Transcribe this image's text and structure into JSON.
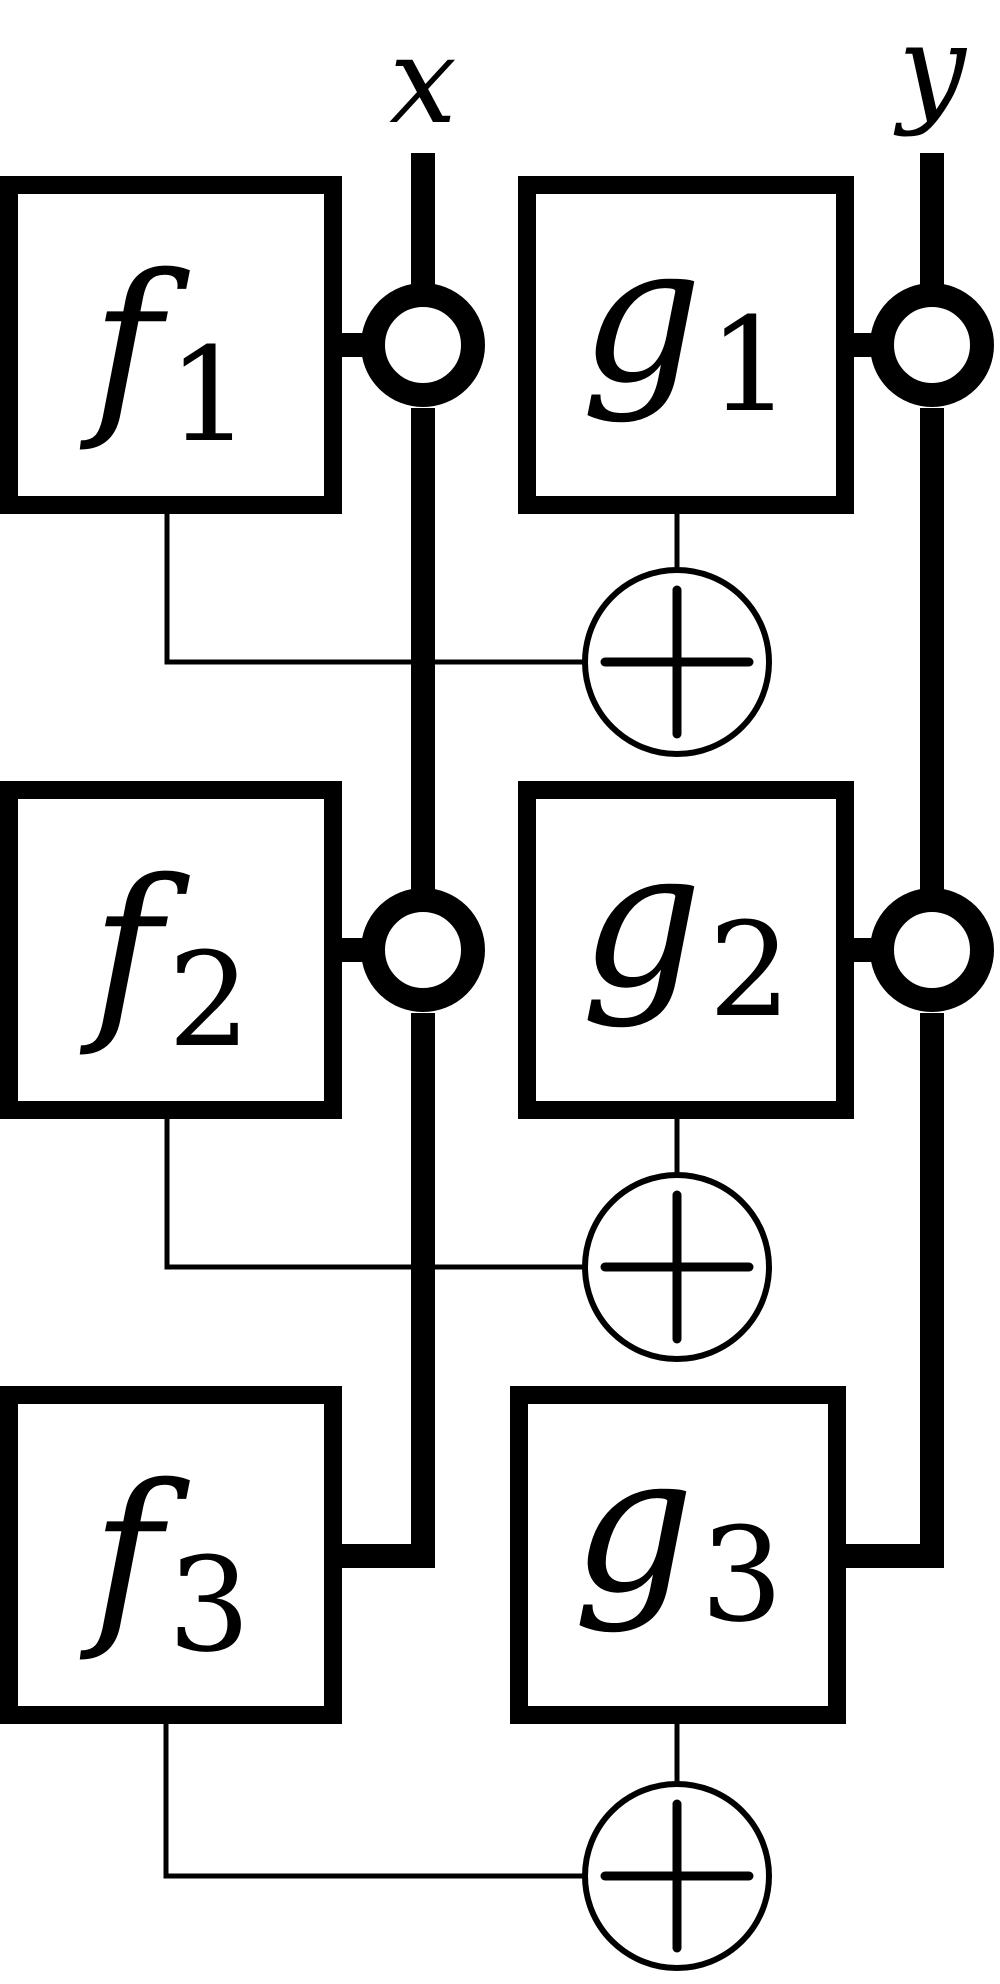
{
  "diagram": {
    "inputs": [
      {
        "id": "x",
        "label": "x"
      },
      {
        "id": "y",
        "label": "y"
      }
    ],
    "blocks": [
      {
        "id": "f1",
        "base": "f",
        "sub": "1"
      },
      {
        "id": "g1",
        "base": "g",
        "sub": "1"
      },
      {
        "id": "f2",
        "base": "f",
        "sub": "2"
      },
      {
        "id": "g2",
        "base": "g",
        "sub": "2"
      },
      {
        "id": "f3",
        "base": "f",
        "sub": "3"
      },
      {
        "id": "g3",
        "base": "g",
        "sub": "3"
      }
    ],
    "copy_nodes": [
      {
        "id": "x-copy-1",
        "on": "x",
        "feeds": "f1"
      },
      {
        "id": "y-copy-1",
        "on": "y",
        "feeds": "g1"
      },
      {
        "id": "x-copy-2",
        "on": "x",
        "feeds": "f2"
      },
      {
        "id": "y-copy-2",
        "on": "y",
        "feeds": "g2"
      }
    ],
    "sum_nodes": [
      {
        "id": "sum-1",
        "inputs": [
          "f1",
          "g1"
        ]
      },
      {
        "id": "sum-2",
        "inputs": [
          "f2",
          "g2"
        ]
      },
      {
        "id": "sum-3",
        "inputs": [
          "f3",
          "g3"
        ]
      }
    ],
    "colors": {
      "stroke": "#000000",
      "background": "#ffffff"
    }
  }
}
